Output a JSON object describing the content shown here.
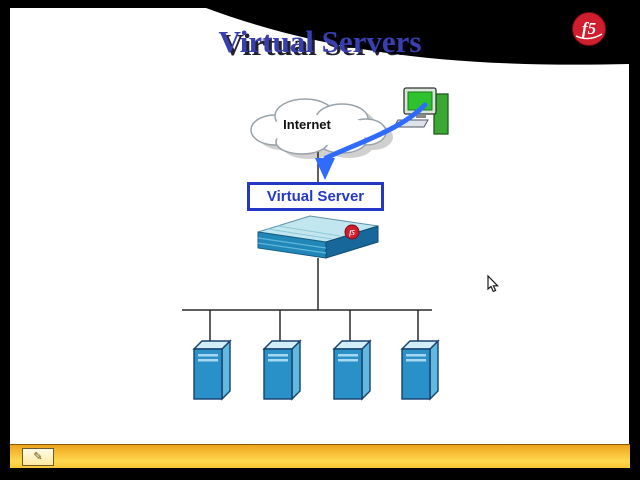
{
  "slide": {
    "title": "Virtual Servers",
    "cloud_label": "Internet",
    "virtual_server_label": "Virtual Server",
    "server_count": 4
  },
  "logo": {
    "text": "f5"
  },
  "icons": {
    "pencil_glyph": "✎",
    "cloud": "cloud-shape",
    "computer": "workstation",
    "arrow": "curved-arrow",
    "cursor": "mouse-pointer"
  },
  "colors": {
    "title_blue": "#3a3fae",
    "virtual_server_blue": "#2438c8",
    "arrow_blue": "#2f6bff",
    "server_front": "#2a91c8",
    "server_side": "#63b8de",
    "server_top": "#d2eef8",
    "appliance_top": "#c2e6ef",
    "logo_red": "#cf1f2f",
    "toolbar_top": "#eda41c",
    "toolbar_bottom": "#ffd84f"
  }
}
